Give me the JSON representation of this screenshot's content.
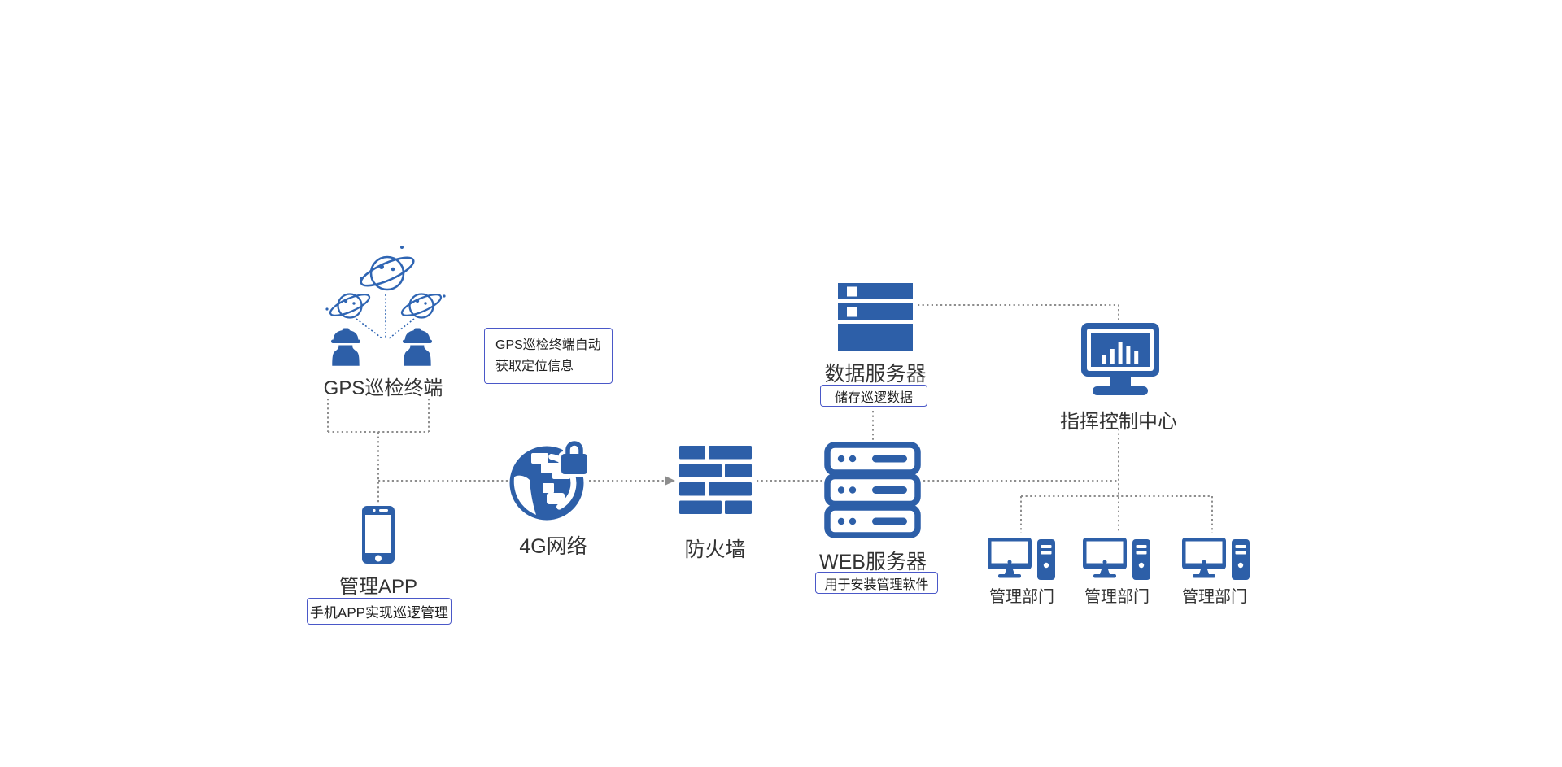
{
  "palette": {
    "icon_blue": "#2d5fa8",
    "satellite_blue": "#2f65b3",
    "connector_gray": "#8d8d8d",
    "note_border_blue": "#4a58c8",
    "text_color": "#333333"
  },
  "nodes": {
    "gps_terminal": {
      "label": "GPS巡检终端"
    },
    "app": {
      "label": "管理APP"
    },
    "network": {
      "label": "4G网络"
    },
    "firewall": {
      "label": "防火墙"
    },
    "web_server": {
      "label": "WEB服务器"
    },
    "data_server": {
      "label": "数据服务器"
    },
    "command_center": {
      "label": "指挥控制中心"
    },
    "departments": [
      {
        "label": "管理部门"
      },
      {
        "label": "管理部门"
      },
      {
        "label": "管理部门"
      }
    ]
  },
  "annotations": {
    "gps_note_line1": "GPS巡检终端自动",
    "gps_note_line2": "获取定位信息",
    "app_note": "手机APP实现巡逻管理",
    "data_server_note": "储存巡逻数据",
    "web_server_note": "用于安装管理软件"
  },
  "icons": {
    "satellites": "satellite-planet-icon",
    "workers": "patrol-worker-icon",
    "phone": "smartphone-icon",
    "network": "globe-lock-icon",
    "firewall": "brick-wall-icon",
    "web_server": "server-stack-icon",
    "data_server": "database-server-icon",
    "command_center": "monitor-chart-icon",
    "departments": "desktop-workstation-icon"
  }
}
